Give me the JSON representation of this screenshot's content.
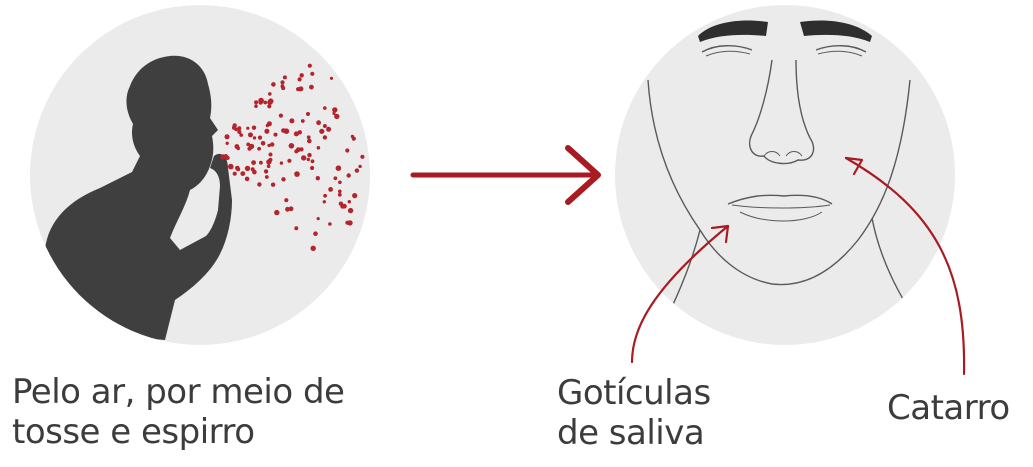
{
  "colors": {
    "accent_red": "#a81b22",
    "droplet_red": "#b3242c",
    "circle_fill": "#ebebeb",
    "silhouette": "#3f3f3f",
    "text": "#3c3c3c",
    "face_lines": "#5a5a5a"
  },
  "left_panel": {
    "caption_lines": [
      "Pelo ar, por meio de",
      "tosse e espirro"
    ],
    "illustration": "coughing-person-silhouette"
  },
  "right_panel": {
    "illustration": "face-line-drawing",
    "labels": {
      "goticulas_lines": [
        "Gotículas",
        "de saliva"
      ],
      "catarro": "Catarro"
    }
  },
  "connector": {
    "icon": "right-arrow-icon"
  }
}
